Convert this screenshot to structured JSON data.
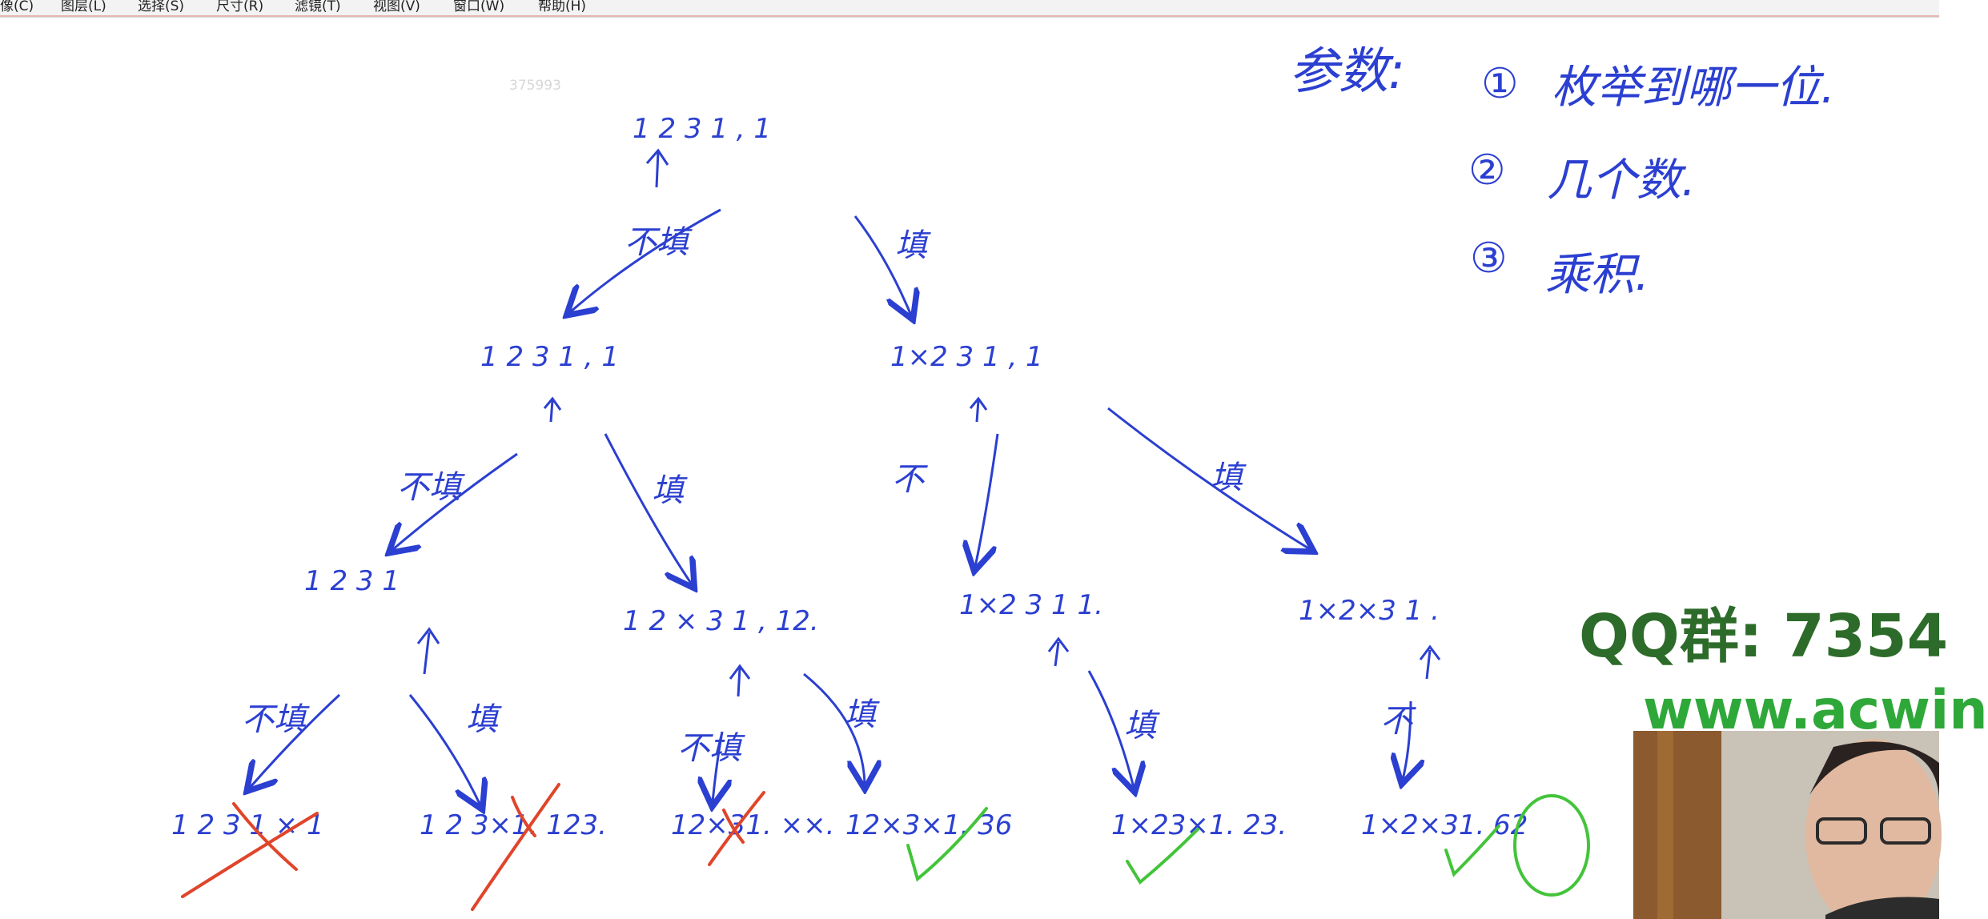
{
  "menu": {
    "items": [
      "像(C)",
      "图层(L)",
      "选择(S)",
      "尺寸(R)",
      "滤镜(T)",
      "视图(V)",
      "窗口(W)",
      "帮助(H)"
    ]
  },
  "canvas": {
    "watermark_id": "375993",
    "notes": {
      "params_label": "参数:",
      "item1": "枚举到哪一位.",
      "item2": "几个数.",
      "item3": "乘积.",
      "circle_nums": [
        "①",
        "②",
        "③"
      ]
    },
    "tree": {
      "root": "1 2 3 1 , 1",
      "l1_left": "1 2 3 1 , 1",
      "l1_right": "1×2 3 1 , 1",
      "l2_a": "1 2 3 1",
      "l2_b": "1 2 × 3 1 , 12.",
      "l2_c": "1×2 3 1 1.",
      "l2_d": "1×2×3 1 .",
      "leaves": [
        "1 2 3 1 × 1",
        "1 2 3×1. 123.",
        "12×31. ××.",
        "12×3×1. 36",
        "1×23×1. 23.",
        "1×2×31. 62"
      ],
      "edge_no_fill": "不填",
      "edge_fill": "填",
      "edge_no_short": "不"
    },
    "qq_group": "QQ群: 7354",
    "website": "www.acwin"
  },
  "colors": {
    "ink_blue": "#2b3fd1",
    "ink_red": "#e0452a",
    "ink_green": "#43c43a"
  }
}
